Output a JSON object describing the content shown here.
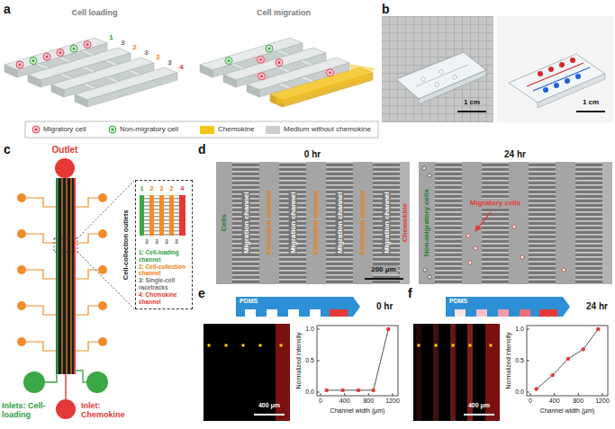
{
  "diagram": {
    "nodes": [
      {
        "text": [
          "1: Cell-loading channel",
          "2: Cell-collection channel",
          "3: Single-cell racetracks",
          "4: Chemokine channel"
        ]
      }
    ],
    "labels": [
      "a",
      "Cell loading",
      "Cell migration",
      "1",
      "3",
      "2",
      "3",
      "2",
      "3",
      "4",
      "b",
      "1 cm",
      "1 cm",
      "c",
      "Outlet",
      "Cell-collection outlets",
      "Inlets: Cell-loading",
      "Inlet: Chemokine",
      "1",
      "2",
      "2",
      "2",
      "4",
      "3",
      "3",
      "3",
      "3",
      "d",
      "0 hr",
      "24 hr",
      "Cells",
      "Migration channel",
      "Collection channel",
      "Migration channel",
      "Collection channel",
      "Migration channel",
      "Collection channel",
      "Migration channel",
      "Chemokine",
      "200 μm",
      "Non-migratory cells",
      "Migratory cells",
      "e",
      "0 hr",
      "PDMS",
      "400 μm",
      "Normalized intensity",
      "Channel width (μm)",
      "0",
      "400",
      "800",
      "1200",
      "0.0",
      "0.5",
      "1.0",
      "f",
      "24 hr",
      "PDMS",
      "400 μm",
      "Normalized intensity",
      "Channel width (μm)",
      "0",
      "400",
      "800",
      "1200",
      "0.0",
      "0.5",
      "1.0"
    ],
    "legend": [
      {
        "text": "Migratory cell"
      },
      {
        "text": "Non-migratory cell"
      },
      {
        "text": "Chemokine",
        "color": "#f5c518"
      },
      {
        "text": "Medium without chemokine",
        "color": "#c9cfcf"
      }
    ]
  }
}
